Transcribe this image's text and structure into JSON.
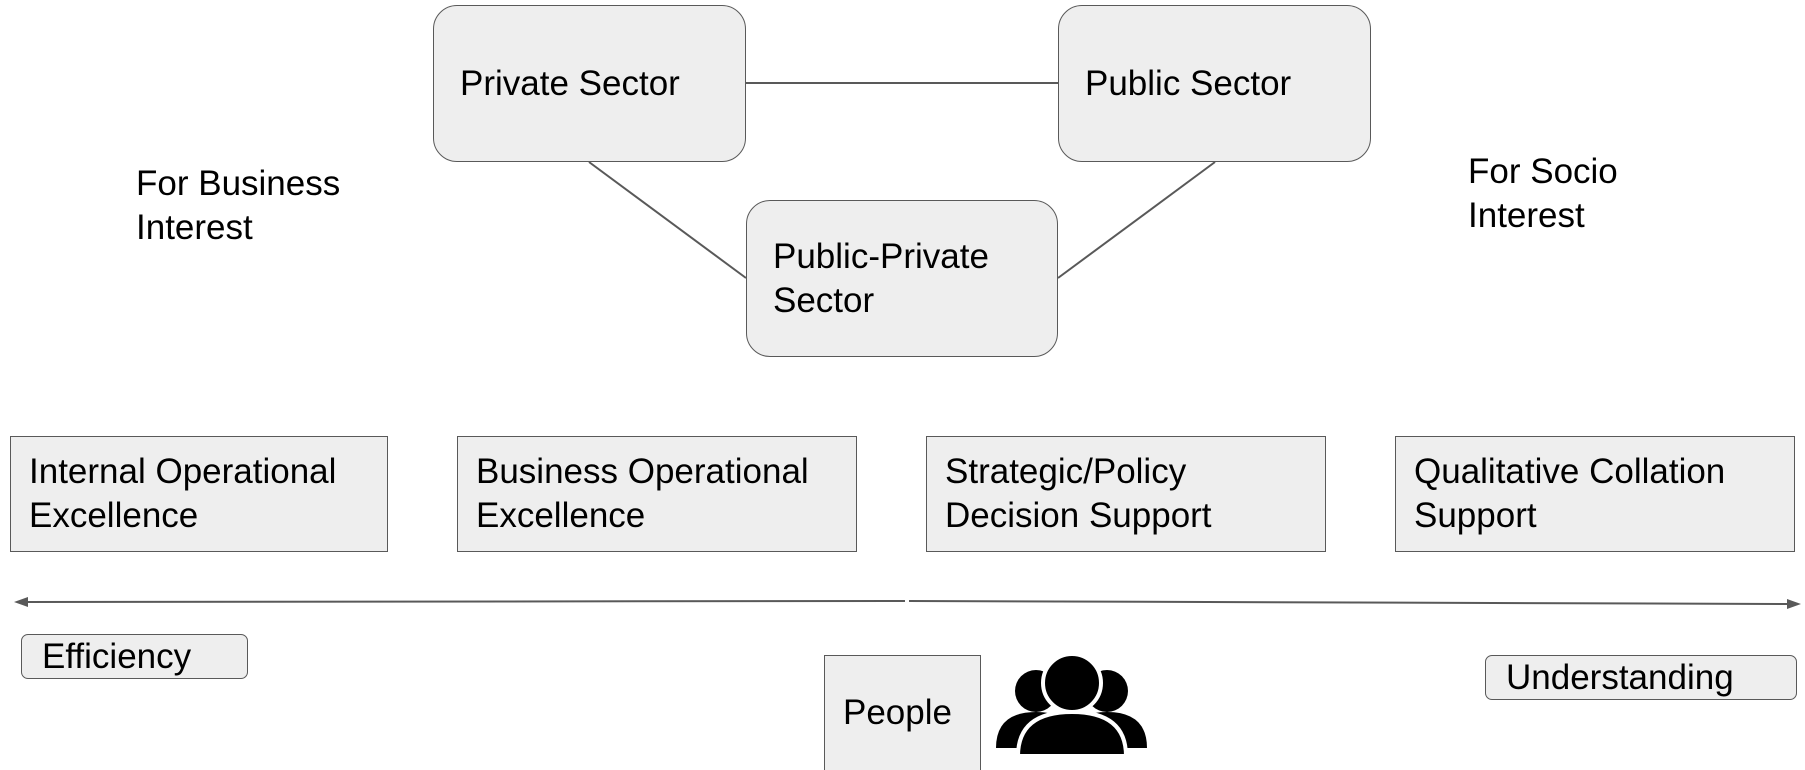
{
  "sectors": {
    "private": "Private Sector",
    "public": "Public Sector",
    "public_private": "Public-Private\nSector"
  },
  "interests": {
    "business": "For Business\nInterest",
    "socio": "For Socio\nInterest"
  },
  "categories": [
    "Internal Operational\nExcellence",
    "Business Operational\nExcellence",
    "Strategic/Policy\nDecision Support",
    "Qualitative Collation\nSupport"
  ],
  "spectrum": {
    "left_label": "Efficiency",
    "right_label": "Understanding"
  },
  "people": {
    "label": "People",
    "icon": "people-group-icon"
  },
  "colors": {
    "box_fill": "#eeeeee",
    "box_stroke": "#595959",
    "line": "#595959",
    "icon": "#000000"
  }
}
